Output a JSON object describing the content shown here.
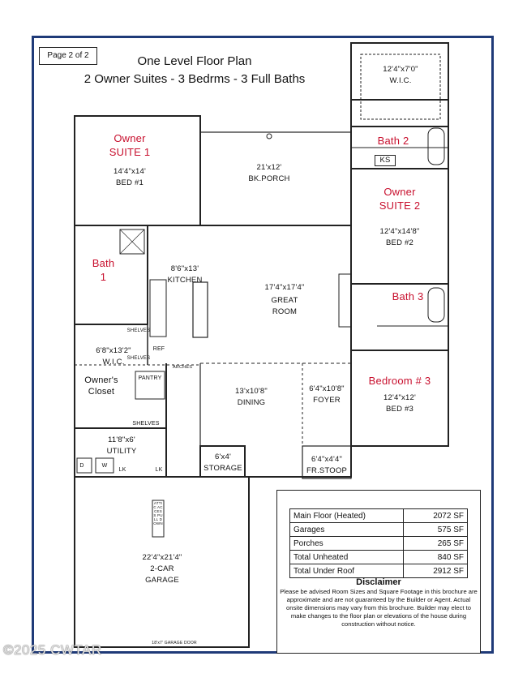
{
  "page_label": "Page 2 of 2",
  "title_line1": "One Level Floor Plan",
  "title_line2": "2 Owner Suites - 3 Bedrms - 3 Full Baths",
  "rooms": {
    "owner_suite1_title": [
      "Owner",
      "SUITE 1"
    ],
    "owner_suite1_dims": "14'4\"x14'",
    "owner_suite1_name": "BED #1",
    "bk_porch_dims": "21'x12'",
    "bk_porch_name": "BK.PORCH",
    "wic_top_dims": "12'4\"x7'0\"",
    "wic_top_name": "W.I.C.",
    "bath2_title": "Bath 2",
    "ks_label": "KS",
    "owner_suite2_title": [
      "Owner",
      "SUITE 2"
    ],
    "owner_suite2_dims": "12'4\"x14'8\"",
    "owner_suite2_name": "BED #2",
    "bath1_title": [
      "Bath",
      "1"
    ],
    "kitchen_dims": "8'6\"x13'",
    "kitchen_name": "KITCHEN",
    "great_room_dims": "17'4\"x17'4\"",
    "great_room_name": [
      "GREAT",
      "ROOM"
    ],
    "bath3_title": "Bath 3",
    "wic_left_dims": "6'8\"x13'2\"",
    "wic_left_name": "W.I.C.",
    "owners_closet": [
      "Owner's",
      "Closet"
    ],
    "shelves1": "SHELVES",
    "shelves2": "SHELVES",
    "shelves3": "SHELVES",
    "ref": "REF",
    "pantry": "PANTRY",
    "arches1": "ARCHES",
    "dining_dims": "13'x10'8\"",
    "dining_name": "DINING",
    "foyer_dims": "6'4\"x10'8\"",
    "foyer_name": "FOYER",
    "bedroom3_title": "Bedroom # 3",
    "bedroom3_dims": "12'4\"x12'",
    "bedroom3_name": "BED #3",
    "utility_dims": "11'8\"x6'",
    "utility_name": "UTILITY",
    "storage_dims": "6'x4'",
    "storage_name": "STORAGE",
    "stoop_dims": "6'4\"x4'4\"",
    "stoop_name": "FR.STOOP",
    "garage_dims": "22'4\"x21'4\"",
    "garage_name": [
      "2-CAR",
      "GARAGE"
    ],
    "garage_door": "18'x7' GARAGE DOOR",
    "attic_access": "ATTIC ACCESS PULL DOWN",
    "lk1": "LK",
    "lk2": "LK",
    "d": "D",
    "w": "W"
  },
  "area_table": [
    {
      "label": "Main Floor (Heated)",
      "value": "2072 SF"
    },
    {
      "label": "Garages",
      "value": "575 SF"
    },
    {
      "label": "Porches",
      "value": "265 SF"
    },
    {
      "label": "Total Unheated",
      "value": "840 SF"
    },
    {
      "label": "Total Under Roof",
      "value": "2912 SF"
    }
  ],
  "disclaimer_title": "Disclaimer",
  "disclaimer_text": "Please be advised Room Sizes and Square Footage in this brochure are approximate and are not guaranteed by the Builder or Agent.  Actual onsite dimensions may vary from this brochure. Builder may elect to make changes to the floor plan or elevations of the house during construction without notice.",
  "watermark": "©2025 CWTAR",
  "colors": {
    "frame": "#1f3a78",
    "room_title": "#c8102e",
    "walls": "#222222"
  }
}
